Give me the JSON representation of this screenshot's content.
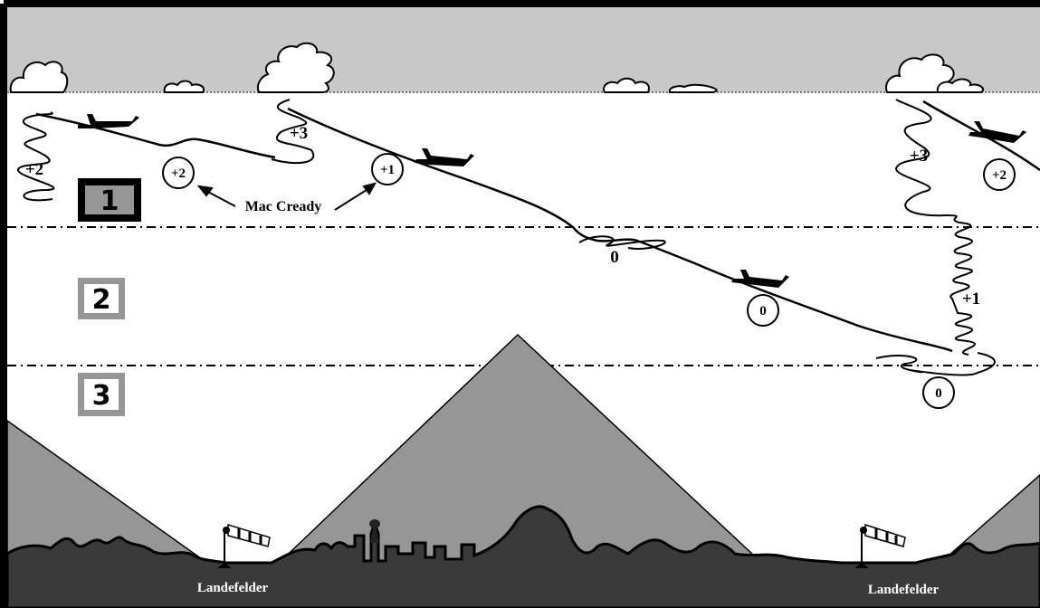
{
  "zones": [
    {
      "label": "1",
      "style": "black"
    },
    {
      "label": "2",
      "style": "gray"
    },
    {
      "label": "3",
      "style": "gray"
    }
  ],
  "mac_cready_caption": "Mac Cready",
  "mac_cready_markers": [
    "+2",
    "+1",
    "0",
    "+2",
    "0"
  ],
  "lift_labels": [
    "+2",
    "+3",
    "0",
    "+3",
    "+1"
  ],
  "landing_fields": [
    "Landefelder",
    "Landefelder"
  ],
  "colors": {
    "sky_top": "#c8c8c8",
    "mountain": "#969696",
    "ground": "#3a3a3a",
    "zone_dashes": "#000000"
  },
  "icons": [
    "cloud-icon",
    "glider-icon",
    "windsock-icon",
    "tower-icon"
  ]
}
